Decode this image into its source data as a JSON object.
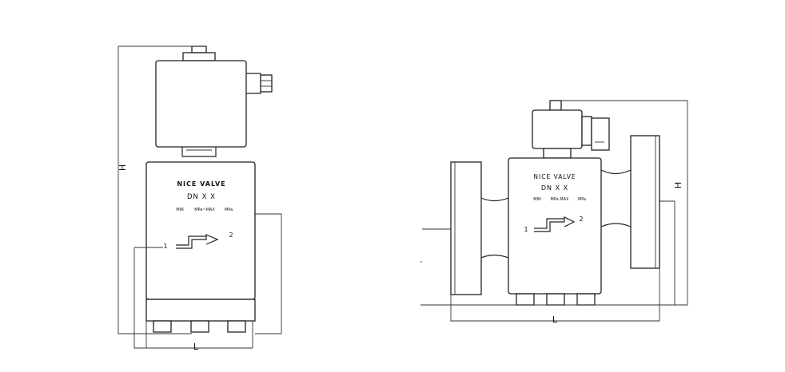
{
  "left_view": {
    "title": "NICE VALVE",
    "size": "DN X X",
    "pressure_min": "MIN",
    "pressure_unit_1": "MPa~MAX",
    "pressure_unit_2": "MPa",
    "port_in": "1",
    "port_out": "2",
    "dim_height": "H",
    "dim_length": "L"
  },
  "right_view": {
    "title": "NICE VALVE",
    "size": "DN X X",
    "pressure_min": "MIN",
    "pressure_unit_1": "MPa MAX",
    "pressure_unit_2": "MPa",
    "port_in": "1",
    "port_out": "2",
    "dim_height": "H",
    "dim_length": "L"
  }
}
